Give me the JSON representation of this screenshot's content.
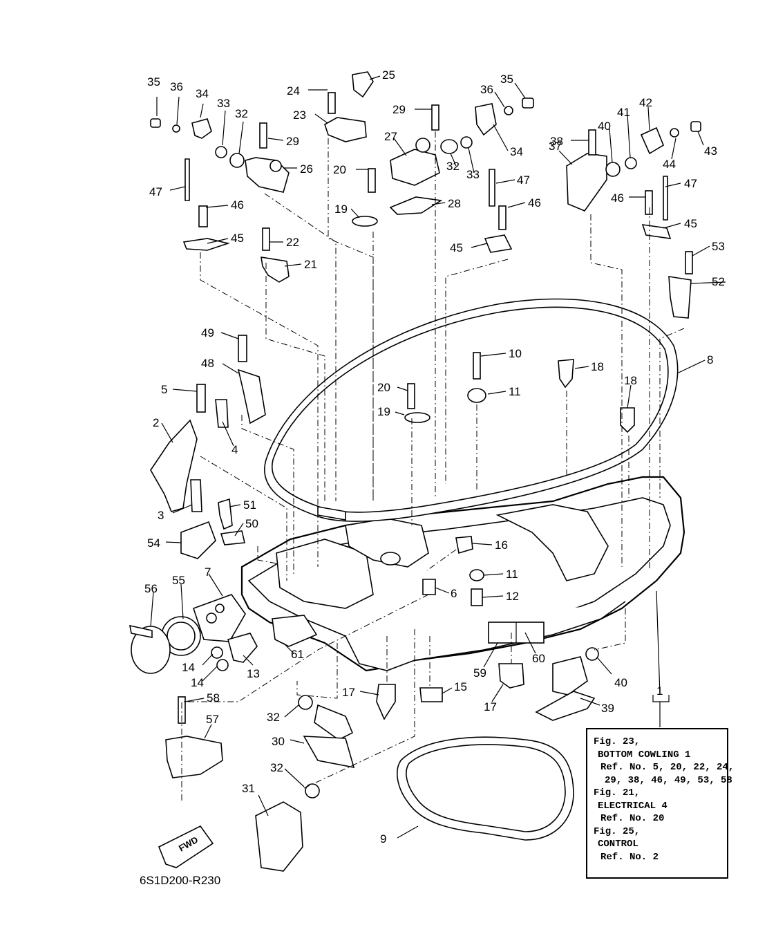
{
  "diagram_code": "6S1D200-R230",
  "fwd_label": "FWD",
  "reference_box": {
    "lines": [
      "Fig. 23,",
      "BOTTOM COWLING 1",
      "Ref. No. 5, 20, 22, 24,",
      "29, 38, 46, 49, 53, 58",
      "Fig. 21,",
      "ELECTRICAL 4",
      "Ref. No. 20",
      "Fig. 25,",
      "CONTROL",
      "Ref. No. 2"
    ]
  },
  "callouts": [
    "35",
    "36",
    "34",
    "33",
    "32",
    "29",
    "26",
    "47",
    "46",
    "45",
    "22",
    "21",
    "24",
    "25",
    "23",
    "27",
    "20",
    "19",
    "28",
    "29",
    "36",
    "35",
    "34",
    "33",
    "32",
    "47",
    "46",
    "45",
    "38",
    "40",
    "41",
    "42",
    "43",
    "44",
    "37",
    "47",
    "46",
    "45",
    "53",
    "52",
    "49",
    "48",
    "5",
    "4",
    "2",
    "3",
    "51",
    "50",
    "54",
    "7",
    "55",
    "56",
    "10",
    "11",
    "18",
    "18",
    "8",
    "20",
    "19",
    "16",
    "11",
    "6",
    "12",
    "14",
    "14",
    "13",
    "61",
    "58",
    "57",
    "32",
    "30",
    "17",
    "15",
    "17",
    "59",
    "60",
    "40",
    "39",
    "1",
    "32",
    "31",
    "9"
  ]
}
